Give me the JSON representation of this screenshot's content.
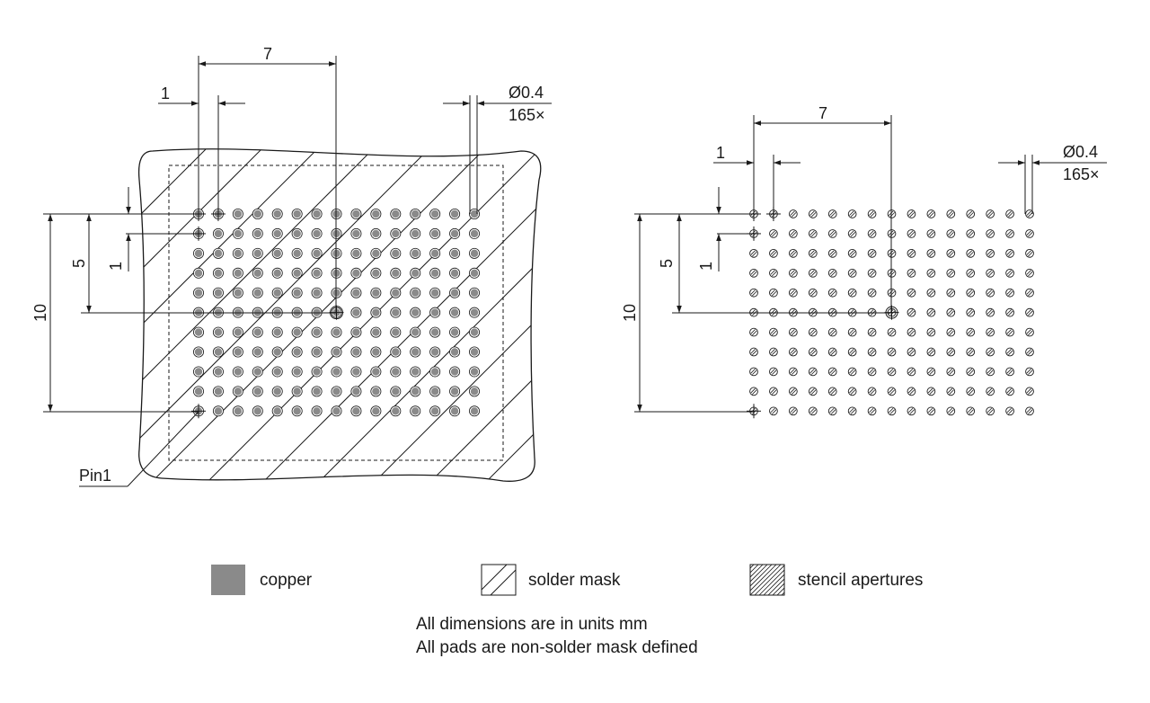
{
  "left_view": {
    "dim_pitch_x": "7",
    "dim_pitch_small": "1",
    "dim_pad_diameter": "Ø0.4",
    "dim_pad_count": "165×",
    "dim_vertical_small": "1",
    "dim_vertical_mid": "5",
    "dim_vertical_large": "10",
    "pin1_label": "Pin1"
  },
  "right_view": {
    "dim_pitch_x": "7",
    "dim_pitch_small": "1",
    "dim_pad_diameter": "Ø0.4",
    "dim_pad_count": "165×",
    "dim_vertical_small": "1",
    "dim_vertical_mid": "5",
    "dim_vertical_large": "10"
  },
  "grid": {
    "columns": 15,
    "rows": 11
  },
  "legend": {
    "copper": "copper",
    "solder_mask": "solder mask",
    "stencil": "stencil apertures"
  },
  "notes": {
    "line1": "All dimensions are in units mm",
    "line2": "All pads are non-solder mask defined"
  },
  "colors": {
    "copper": "#8a8a8a",
    "line": "#1a1a1a",
    "background": "#ffffff"
  }
}
